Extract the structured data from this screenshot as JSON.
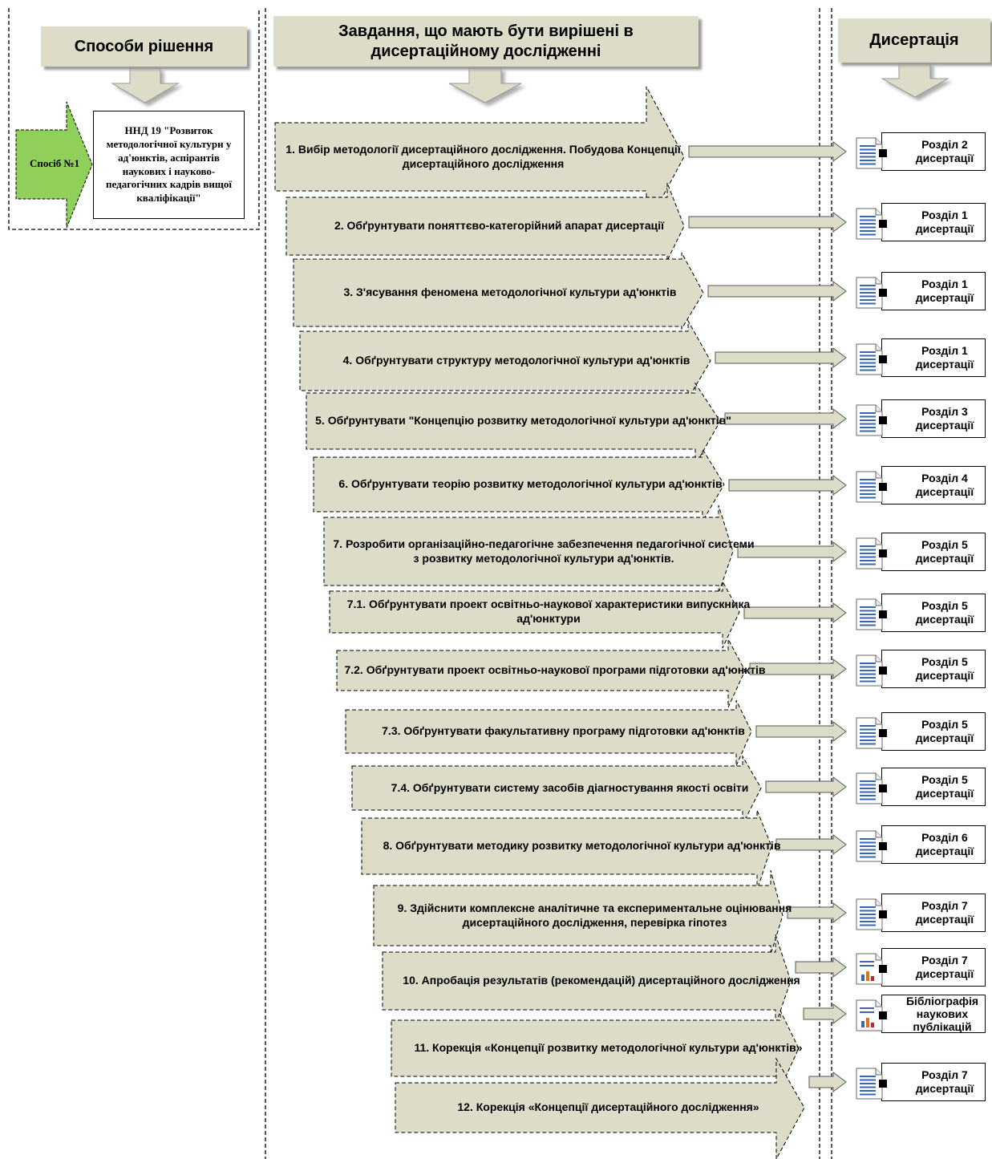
{
  "columns": {
    "solutions": "Способи рішення",
    "tasks": "Завдання, що мають бути вирішені в дисертаційному дослідженні",
    "dissertation": "Дисертація"
  },
  "method": {
    "label": "Спосіб №1",
    "text": "ННД 19 \"Розвиток методологічної культури у ад'юнктів, аспірантів наукових і науково-педагогічних кадрів вищої кваліфікації\""
  },
  "tasks": [
    {
      "text": "1. Вибір методології дисертаційного дослідження. Побудова Концепції дисертаційного дослідження",
      "chapter": "Розділ 2 дисертації",
      "icon": "document-icon"
    },
    {
      "text": "2. Обґрунтувати поняттєво-категорійний апарат дисертації",
      "chapter": "Розділ 1 дисертації",
      "icon": "document-icon"
    },
    {
      "text": "3. З'ясування феномена методологічної культури ад'юнктів",
      "chapter": "Розділ 1 дисертації",
      "icon": "document-icon"
    },
    {
      "text": "4. Обґрунтувати структуру методологічної культури ад'юнктів",
      "chapter": "Розділ 1 дисертації",
      "icon": "document-icon"
    },
    {
      "text": "5. Обґрунтувати \"Концепцію розвитку методологічної культури ад'юнктів\"",
      "chapter": "Розділ 3 дисертації",
      "icon": "document-icon"
    },
    {
      "text": "6. Обґрунтувати теорію розвитку методологічної культури ад'юнктів",
      "chapter": "Розділ 4 дисертації",
      "icon": "document-icon"
    },
    {
      "text": "7. Розробити організаційно-педагогічне забезпечення педагогічної системи з розвитку методологічної культури ад'юнктів.",
      "chapter": "Розділ 5 дисертації",
      "icon": "document-icon"
    },
    {
      "text": "7.1. Обґрунтувати проект освітньо-наукової характеристики випускника ад'юнктури",
      "chapter": "Розділ 5 дисертації",
      "icon": "document-icon"
    },
    {
      "text": "7.2. Обґрунтувати проект освітньо-наукової програми підготовки ад'юнктів",
      "chapter": "Розділ 5 дисертації",
      "icon": "document-icon"
    },
    {
      "text": "7.3. Обґрунтувати факультативну програму підготовки ад'юнктів",
      "chapter": "Розділ 5 дисертації",
      "icon": "document-icon"
    },
    {
      "text": "7.4. Обґрунтувати систему засобів діагностування якості освіти",
      "chapter": "Розділ 5 дисертації",
      "icon": "document-icon"
    },
    {
      "text": "8. Обґрунтувати методику розвитку методологічної культури ад'юнктів",
      "chapter": "Розділ 6 дисертації",
      "icon": "document-icon"
    },
    {
      "text": "9. Здійснити комплексне аналітичне та експериментальне оцінювання дисертаційного дослідження, перевірка гіпотез",
      "chapter": "Розділ 7 дисертації",
      "icon": "document-icon"
    },
    {
      "text": "10. Апробація результатів (рекомендацій) дисертаційного дослідження",
      "chapter": "Розділ 7 дисертації",
      "icon": "report-chart-icon"
    },
    {
      "text": "11. Корекція «Концепції розвитку методологічної культури ад'юнктів»",
      "chapter": "Бібліографія наукових публікацій",
      "icon": "report-chart-icon"
    },
    {
      "text": "12. Корекція «Концепції дисертаційного дослідження»",
      "chapter": "Розділ 7 дисертації",
      "icon": "document-icon"
    }
  ],
  "colors": {
    "fill": "#dcdcc8",
    "method_fill": "#8fcf5a",
    "icon_line": "#3a66b0"
  }
}
